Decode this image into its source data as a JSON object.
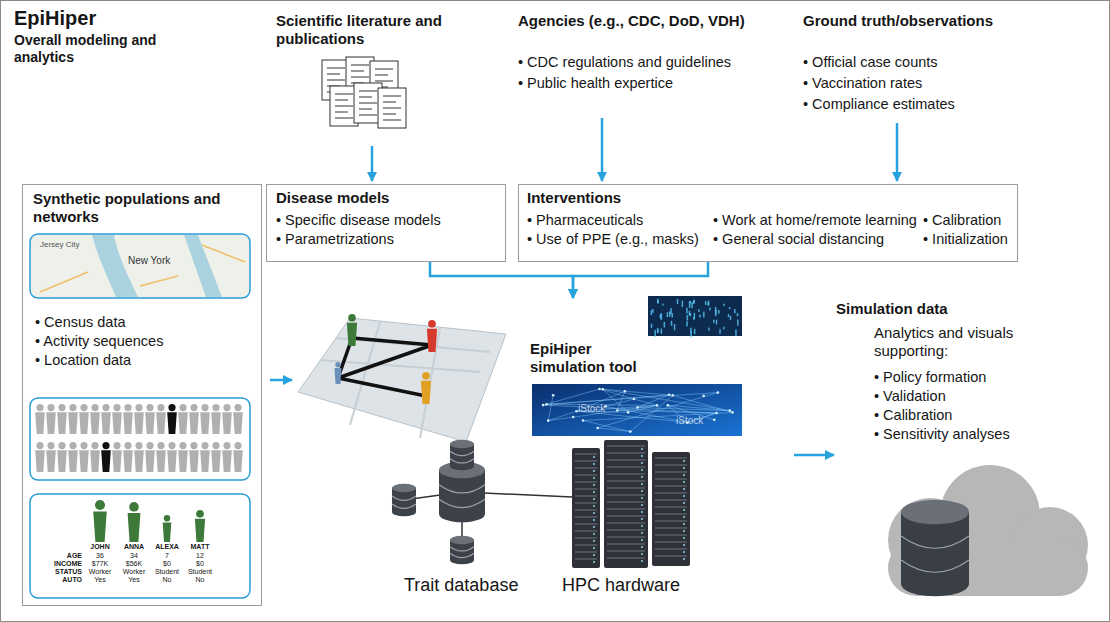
{
  "diagram": {
    "title": "EpiHiper",
    "nodes": [
      {
        "text": [
          "Synthetic populations and networks",
          "• Census data",
          "• Activity sequences",
          "• Location data"
        ]
      },
      {
        "text": [
          "Scientific literature and publications"
        ]
      },
      {
        "text": [
          "Agencies (e.g., CDC, DoD, VDH)",
          "• CDC regulations and guidelines",
          "• Public health expertice"
        ]
      },
      {
        "text": [
          "Ground truth/observations",
          "• Official case counts",
          "• Vaccination rates",
          "• Compliance estimates"
        ]
      },
      {
        "text": [
          "Disease models",
          "• Specific disease models",
          "• Parametrizations"
        ]
      },
      {
        "text": [
          "Interventions",
          "• Pharmaceuticals",
          "• Use of PPE (e.g., masks)",
          "• Work at home/remote learning",
          "• General social distancing",
          "• Calibration",
          "• Initialization"
        ]
      },
      {
        "text": [
          "EpiHiper simulation tool",
          "Trait database",
          "HPC hardware"
        ]
      },
      {
        "text": [
          "Simulation data",
          "Analytics and visuals supporting:",
          "• Policy formation",
          "• Validation",
          "• Calibration",
          "• Sensitivity analyses"
        ]
      }
    ],
    "edges": [
      {
        "from": 1,
        "to": 4,
        "arrow": "to"
      },
      {
        "from": 2,
        "to": 5,
        "arrow": "to"
      },
      {
        "from": 3,
        "to": 5,
        "arrow": "to"
      },
      {
        "from": 4,
        "to": 6,
        "arrow": "to"
      },
      {
        "from": 5,
        "to": 6,
        "arrow": "to"
      },
      {
        "from": 0,
        "to": 6,
        "arrow": "to"
      },
      {
        "from": 6,
        "to": 7,
        "arrow": "to"
      }
    ],
    "labels": [
      "Overall modeling and analytics",
      "Jersey City",
      "New York",
      "JOHN",
      "ANNA",
      "ALEXA",
      "MATT",
      "AGE",
      "36",
      "34",
      "7",
      "12",
      "INCOME",
      "$77K",
      "$56K",
      "$0",
      "$0",
      "STATUS",
      "Worker",
      "Worker",
      "Student",
      "Student",
      "AUTO",
      "Yes",
      "Yes",
      "No",
      "No",
      "iStock",
      "iStock"
    ]
  }
}
